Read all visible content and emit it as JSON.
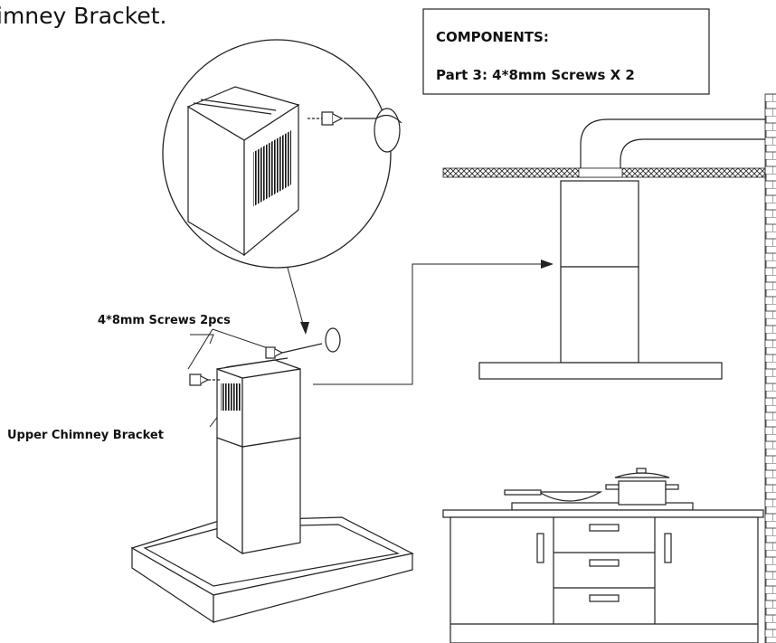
{
  "heading_fragment": "imney Bracket.",
  "components_box": {
    "title": "COMPONENTS:",
    "line": "Part 3:  4*8mm Screws X 2"
  },
  "labels": {
    "screws": "4*8mm Screws 2pcs",
    "bracket": "Upper Chimney Bracket"
  }
}
